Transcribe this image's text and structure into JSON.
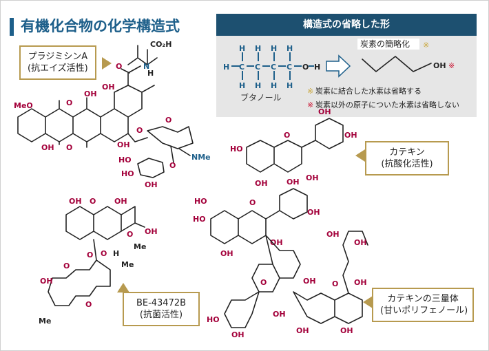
{
  "page": {
    "title": "有機化合物の化学構造式"
  },
  "structure_box": {
    "heading": "構造式の省略した形",
    "butanol_label": "ブタノール",
    "skeletal_label": "炭素の簡略化",
    "skeletal_oh": "OH",
    "asterisk": "※",
    "note1": "炭素に結合した水素は省略する",
    "note2": "炭素以外の原子についた水素は省略しない",
    "atoms": {
      "H": "H",
      "C": "C",
      "O": "O"
    }
  },
  "compounds": [
    {
      "id": "pradimicin",
      "line1": "プラジミシンA",
      "line2": "(抗エイズ活性)"
    },
    {
      "id": "catechin",
      "line1": "カテキン",
      "line2": "(抗酸化活性)"
    },
    {
      "id": "be43472b",
      "line1": "BE-43472B",
      "line2": "(抗菌活性)"
    },
    {
      "id": "catechin-trimer",
      "line1": "カテキンの三量体",
      "line2": "(甘いポリフェノール)"
    }
  ],
  "groups": {
    "OH": "OH",
    "H": "H",
    "CO2H": "CO₂H",
    "N": "N",
    "NMe": "NMe",
    "HO": "HO",
    "MeO": "MeO",
    "O": "O",
    "Me": "Me"
  },
  "colors": {
    "accent": "#1d5f8a",
    "box_header": "#1d5070",
    "callout_border": "#b79a4f",
    "hetero_red": "#a3003a",
    "note_star": "#c9a73c"
  }
}
